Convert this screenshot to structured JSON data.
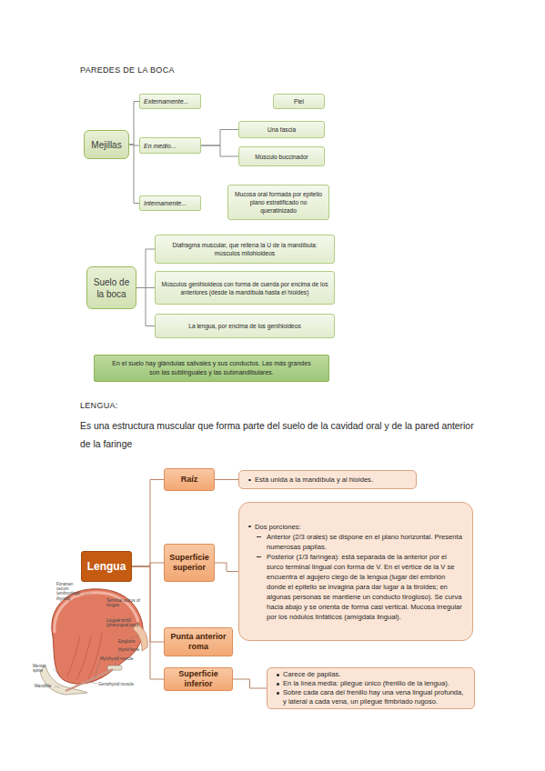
{
  "diagram": {
    "title": "PAREDES DE LA BOCA",
    "nodes": [
      {
        "text": [
          "Mejillas"
        ]
      },
      {
        "text": [
          "Externamente..."
        ]
      },
      {
        "text": [
          "Piel"
        ]
      },
      {
        "text": [
          "En medio..."
        ]
      },
      {
        "text": [
          "Una fascia"
        ]
      },
      {
        "text": [
          "Músculo buccinador"
        ]
      },
      {
        "text": [
          "Internamente..."
        ]
      },
      {
        "text": [
          "Mucosa oral formada por epitelio plano estratificado no queratinizado"
        ]
      },
      {
        "text": [
          "Suelo de la boca"
        ]
      },
      {
        "text": [
          "Diafragma muscular, que rellena la U de la mandíbula: músculos milohioideos"
        ]
      },
      {
        "text": [
          "Músculos genihioideos con forma de cuerda por encima de los anteriores (desde la mandíbula hasta el hioides)"
        ]
      },
      {
        "text": [
          "La lengua, por encima de los genihioideos"
        ]
      },
      {
        "text": [
          "En el suelo hay glándulas salivales y sus conductos. Las más grandes son las sublinguales y las submandibulares."
        ]
      },
      {
        "text": [
          "Lengua"
        ]
      },
      {
        "text": [
          "Raíz"
        ]
      },
      {
        "text": [
          "Está unida a la mandíbula y al hioides."
        ]
      },
      {
        "text": [
          "Superficie superior"
        ]
      },
      {
        "text": [
          "Dos porciones:",
          "Anterior (2/3 orales) se dispone en el plano horizontal. Presenta numerosas papilas.",
          "Posterior (1/3 faríngea): está separada de la anterior por el surco terminal lingual con forma de V. En el vértice de la V se encuentra el agujero ciego de la lengua (lugar del embrión donde el epitelio se invagina para dar lugar a la tiroides; en algunas personas se mantiene un conducto tirogloso). Se curva hacia abajo y se orienta de forma casi vertical. Mucosa irregular por los nódulos linfáticos (amígdala lingual)."
        ]
      },
      {
        "text": [
          "Punta anterior roma"
        ]
      },
      {
        "text": [
          "Superficie inferior"
        ]
      },
      {
        "text": [
          "Carece de papilas.",
          "En la línea media: pliegue único (frenillo de la lengua).",
          "Sobre cada cara del frenillo hay una vena lingual profunda, y lateral a cada vena, un pliegue fimbriado rugoso."
        ]
      }
    ],
    "edges": [
      {
        "from": 0,
        "to": 1,
        "arrow": "none"
      },
      {
        "from": 0,
        "to": 3,
        "arrow": "none"
      },
      {
        "from": 0,
        "to": 6,
        "arrow": "none"
      },
      {
        "from": 3,
        "to": 4,
        "arrow": "none"
      },
      {
        "from": 3,
        "to": 5,
        "arrow": "none"
      },
      {
        "from": 8,
        "to": 9,
        "arrow": "none"
      },
      {
        "from": 8,
        "to": 10,
        "arrow": "none"
      },
      {
        "from": 8,
        "to": 11,
        "arrow": "none"
      },
      {
        "from": 13,
        "to": 14,
        "arrow": "none"
      },
      {
        "from": 13,
        "to": 16,
        "arrow": "none"
      },
      {
        "from": 13,
        "to": 18,
        "arrow": "none"
      },
      {
        "from": 13,
        "to": 19,
        "arrow": "none"
      },
      {
        "from": 14,
        "to": 15,
        "arrow": "none"
      },
      {
        "from": 16,
        "to": 17,
        "arrow": "none"
      },
      {
        "from": 19,
        "to": 20,
        "arrow": "none"
      }
    ],
    "labels": [
      "LENGUA:",
      "Es una estructura muscular que forma parte del suelo de la cavidad oral y de la pared anterior de la faringe",
      "Foramen cecum (embryologic thyroid)",
      "Terminal sulcus of tongue",
      "Lingual tonsil (pharyngeal part)",
      "Epiglottis",
      "Hyoid bone",
      "Mylohyoid muscle",
      "Geniohyoid muscle",
      "Mental spine",
      "Mandible"
    ]
  }
}
